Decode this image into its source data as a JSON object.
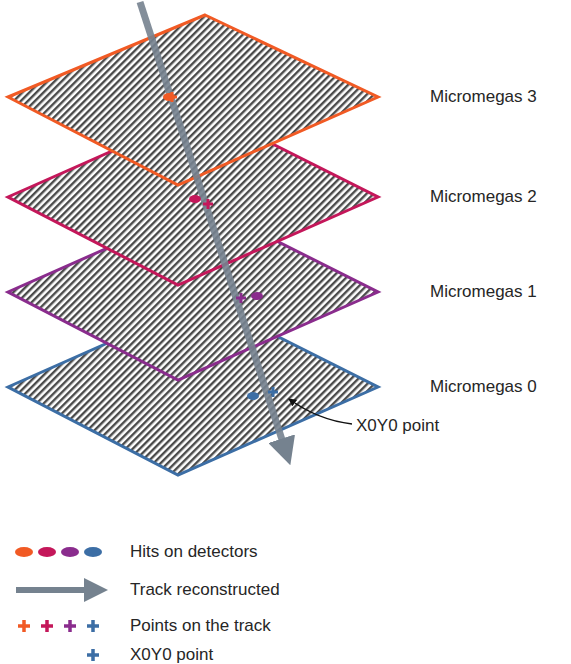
{
  "diagram": {
    "labels": [
      "Micromegas 3",
      "Micromegas 2",
      "Micromegas 1",
      "Micromegas 0",
      "X0Y0 point"
    ],
    "legend": [
      {
        "text": "Hits on detectors"
      },
      {
        "text": "Track reconstructed"
      },
      {
        "text": "Points on the track"
      },
      {
        "text": "X0Y0 point"
      }
    ]
  }
}
